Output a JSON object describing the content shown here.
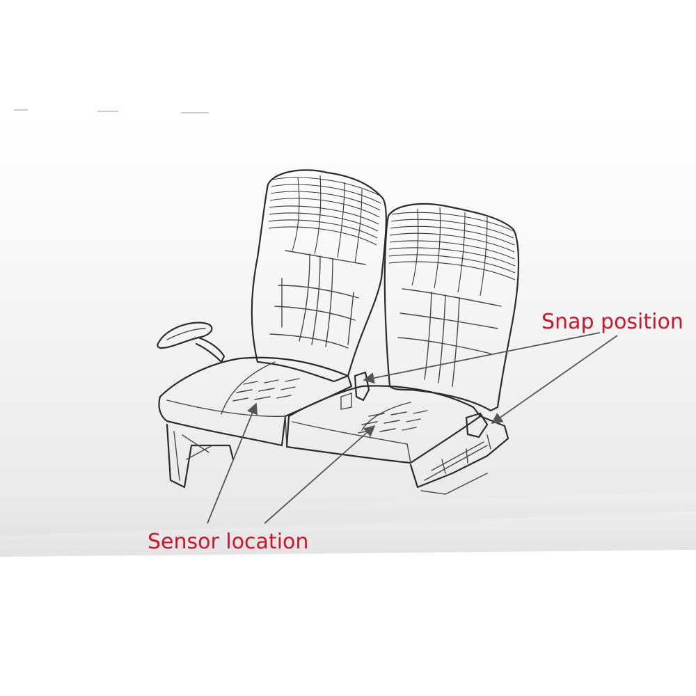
{
  "callouts": {
    "snap_position": "Snap position",
    "sensor_location": "Sensor location"
  },
  "colors": {
    "callout_text": "#d1132a",
    "line_art": "#2b2b2b",
    "background_band": "#ececec"
  },
  "icons": {
    "seat": "double-bus-seat-illustration"
  }
}
